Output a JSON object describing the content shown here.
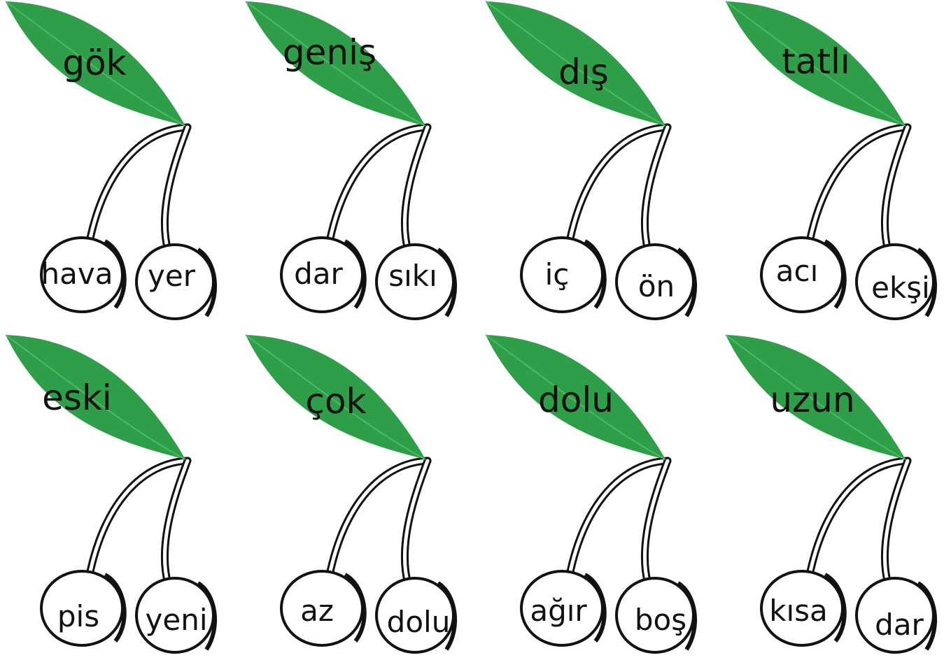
{
  "colors": {
    "leaf": "#2f9e48",
    "leaf_vein": "#4fb864",
    "outline": "#111111",
    "fill": "#ffffff"
  },
  "cards": [
    {
      "leaf": "gök",
      "left": "hava",
      "right": "yer"
    },
    {
      "leaf": "geniş",
      "left": "dar",
      "right": "sıkı"
    },
    {
      "leaf": "dış",
      "left": "iç",
      "right": "ön"
    },
    {
      "leaf": "tatlı",
      "left": "acı",
      "right": "ekşi"
    },
    {
      "leaf": "eski",
      "left": "pis",
      "right": "yeni"
    },
    {
      "leaf": "çok",
      "left": "az",
      "right": "dolu"
    },
    {
      "leaf": "dolu",
      "left": "ağır",
      "right": "boş"
    },
    {
      "leaf": "uzun",
      "left": "kısa",
      "right": "dar"
    }
  ]
}
